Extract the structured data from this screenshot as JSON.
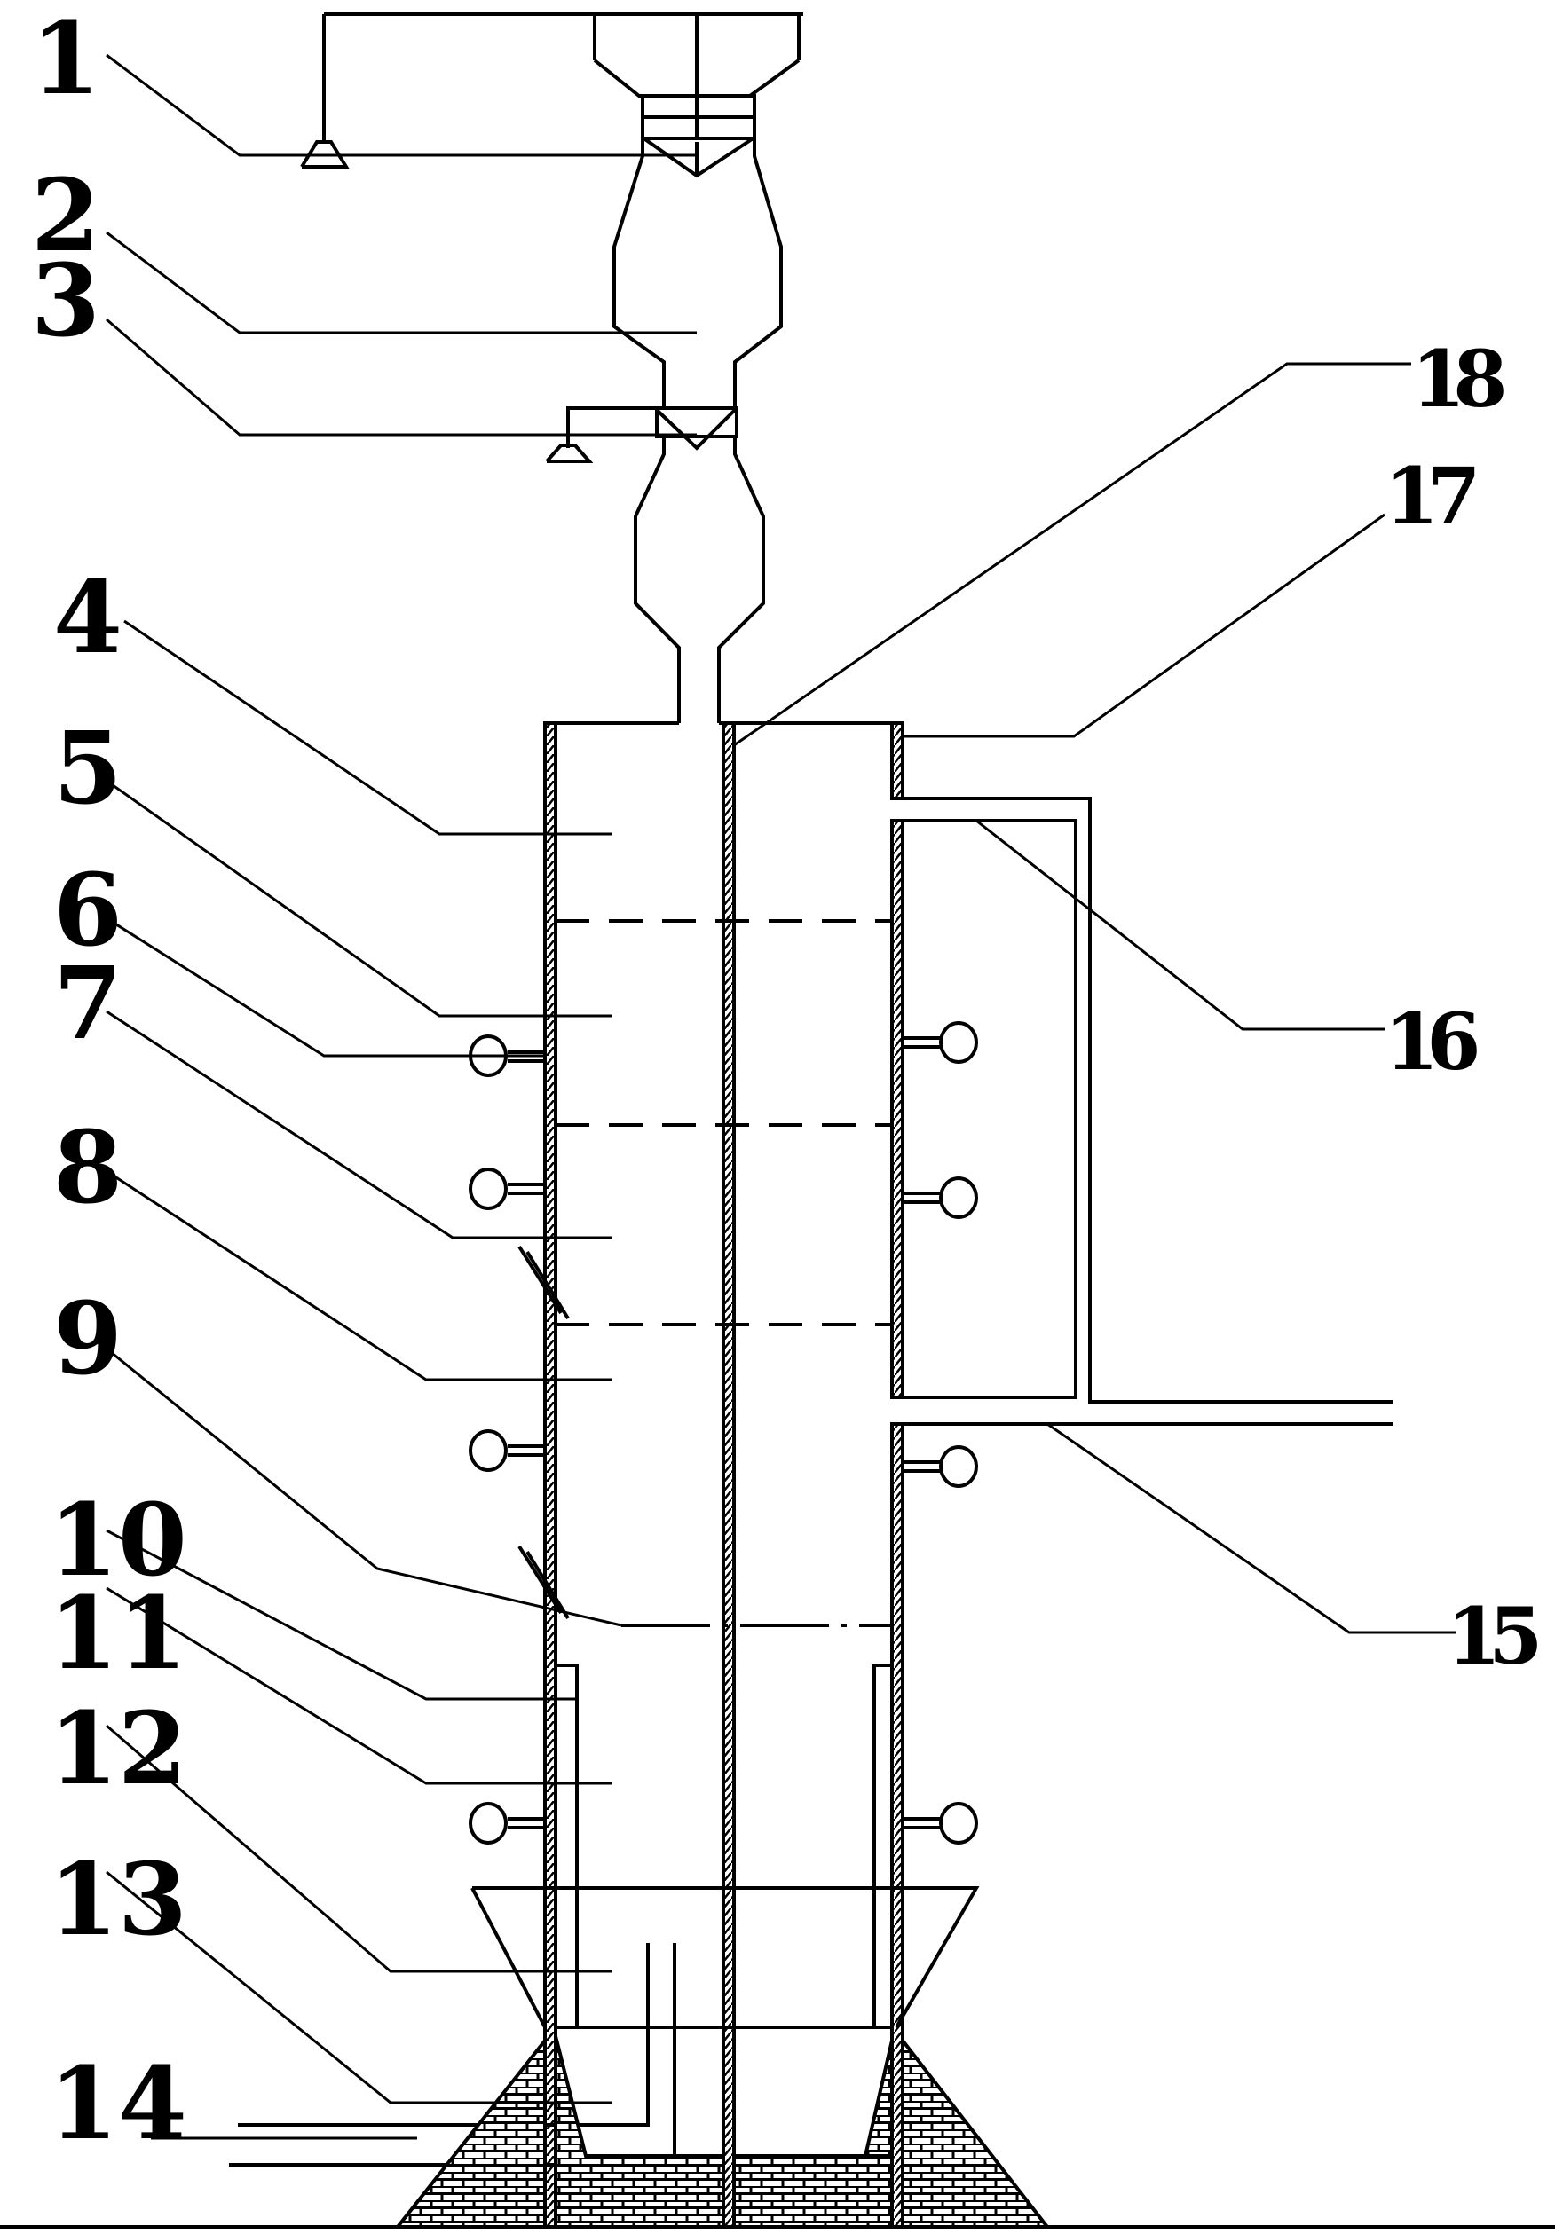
{
  "labels": {
    "l1": "1",
    "l2": "2",
    "l3": "3",
    "l4": "4",
    "l5": "5",
    "l6": "6",
    "l7": "7",
    "l8": "8",
    "l9": "9",
    "l10": "10",
    "l11": "11",
    "l12": "12",
    "l13": "13",
    "l14": "14",
    "l15": "15",
    "l16": "16",
    "l17": "17",
    "l18": "18"
  },
  "colors": {
    "line": "#000000",
    "background": "#ffffff",
    "hatch": "#000000"
  }
}
